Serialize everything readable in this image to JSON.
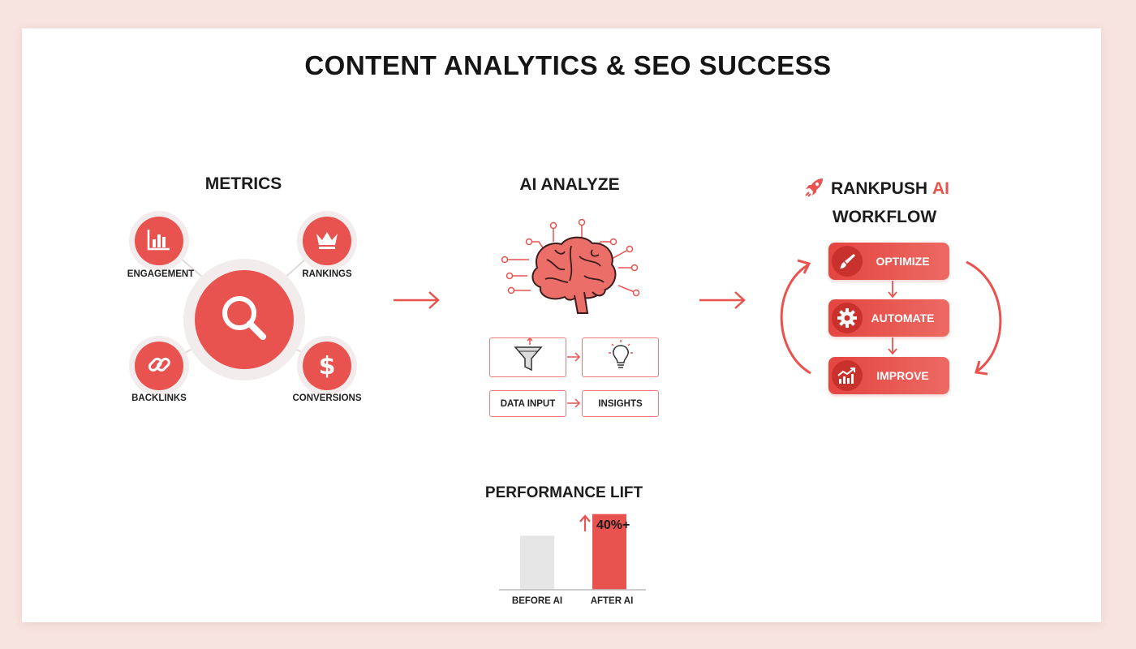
{
  "title": "CONTENT ANALYTICS & SEO SUCCESS",
  "colors": {
    "accent": "#e9534f",
    "accent_dark": "#c9312c",
    "text": "#1c1c1c",
    "bar_before": "#e6e6e6"
  },
  "metrics": {
    "heading": "METRICS",
    "center_icon": "search-icon",
    "nodes": [
      {
        "label": "ENGAGEMENT",
        "icon": "bar-chart-icon"
      },
      {
        "label": "RANKINGS",
        "icon": "crown-icon"
      },
      {
        "label": "BACKLINKS",
        "icon": "link-icon"
      },
      {
        "label": "CONVERSIONS",
        "icon": "dollar-icon"
      }
    ]
  },
  "ai_analyze": {
    "heading": "AI ANALYZE",
    "center_icon": "brain-circuit-icon",
    "boxes": [
      {
        "label": "DATA INPUT",
        "icon": "funnel-icon"
      },
      {
        "label": "INSIGHTS",
        "icon": "lightbulb-icon"
      }
    ]
  },
  "workflow": {
    "brand_prefix": "RANKPUSH",
    "brand_suffix": "AI",
    "brand_icon": "rocket-icon",
    "subheading": "WORKFLOW",
    "steps": [
      {
        "label": "OPTIMIZE",
        "icon": "brush-icon"
      },
      {
        "label": "AUTOMATE",
        "icon": "gear-icon"
      },
      {
        "label": "IMPROVE",
        "icon": "trend-chart-icon"
      }
    ]
  },
  "performance": {
    "heading": "PERFORMANCE LIFT",
    "lift": "40%+",
    "lift_icon": "arrow-up-icon"
  },
  "chart_data": {
    "type": "bar",
    "title": "PERFORMANCE LIFT",
    "categories": [
      "BEFORE AI",
      "AFTER AI"
    ],
    "values": [
      100,
      140
    ],
    "annotations": [
      "40%+"
    ],
    "ylim": [
      0,
      240
    ],
    "grid": false,
    "legend": "none"
  }
}
